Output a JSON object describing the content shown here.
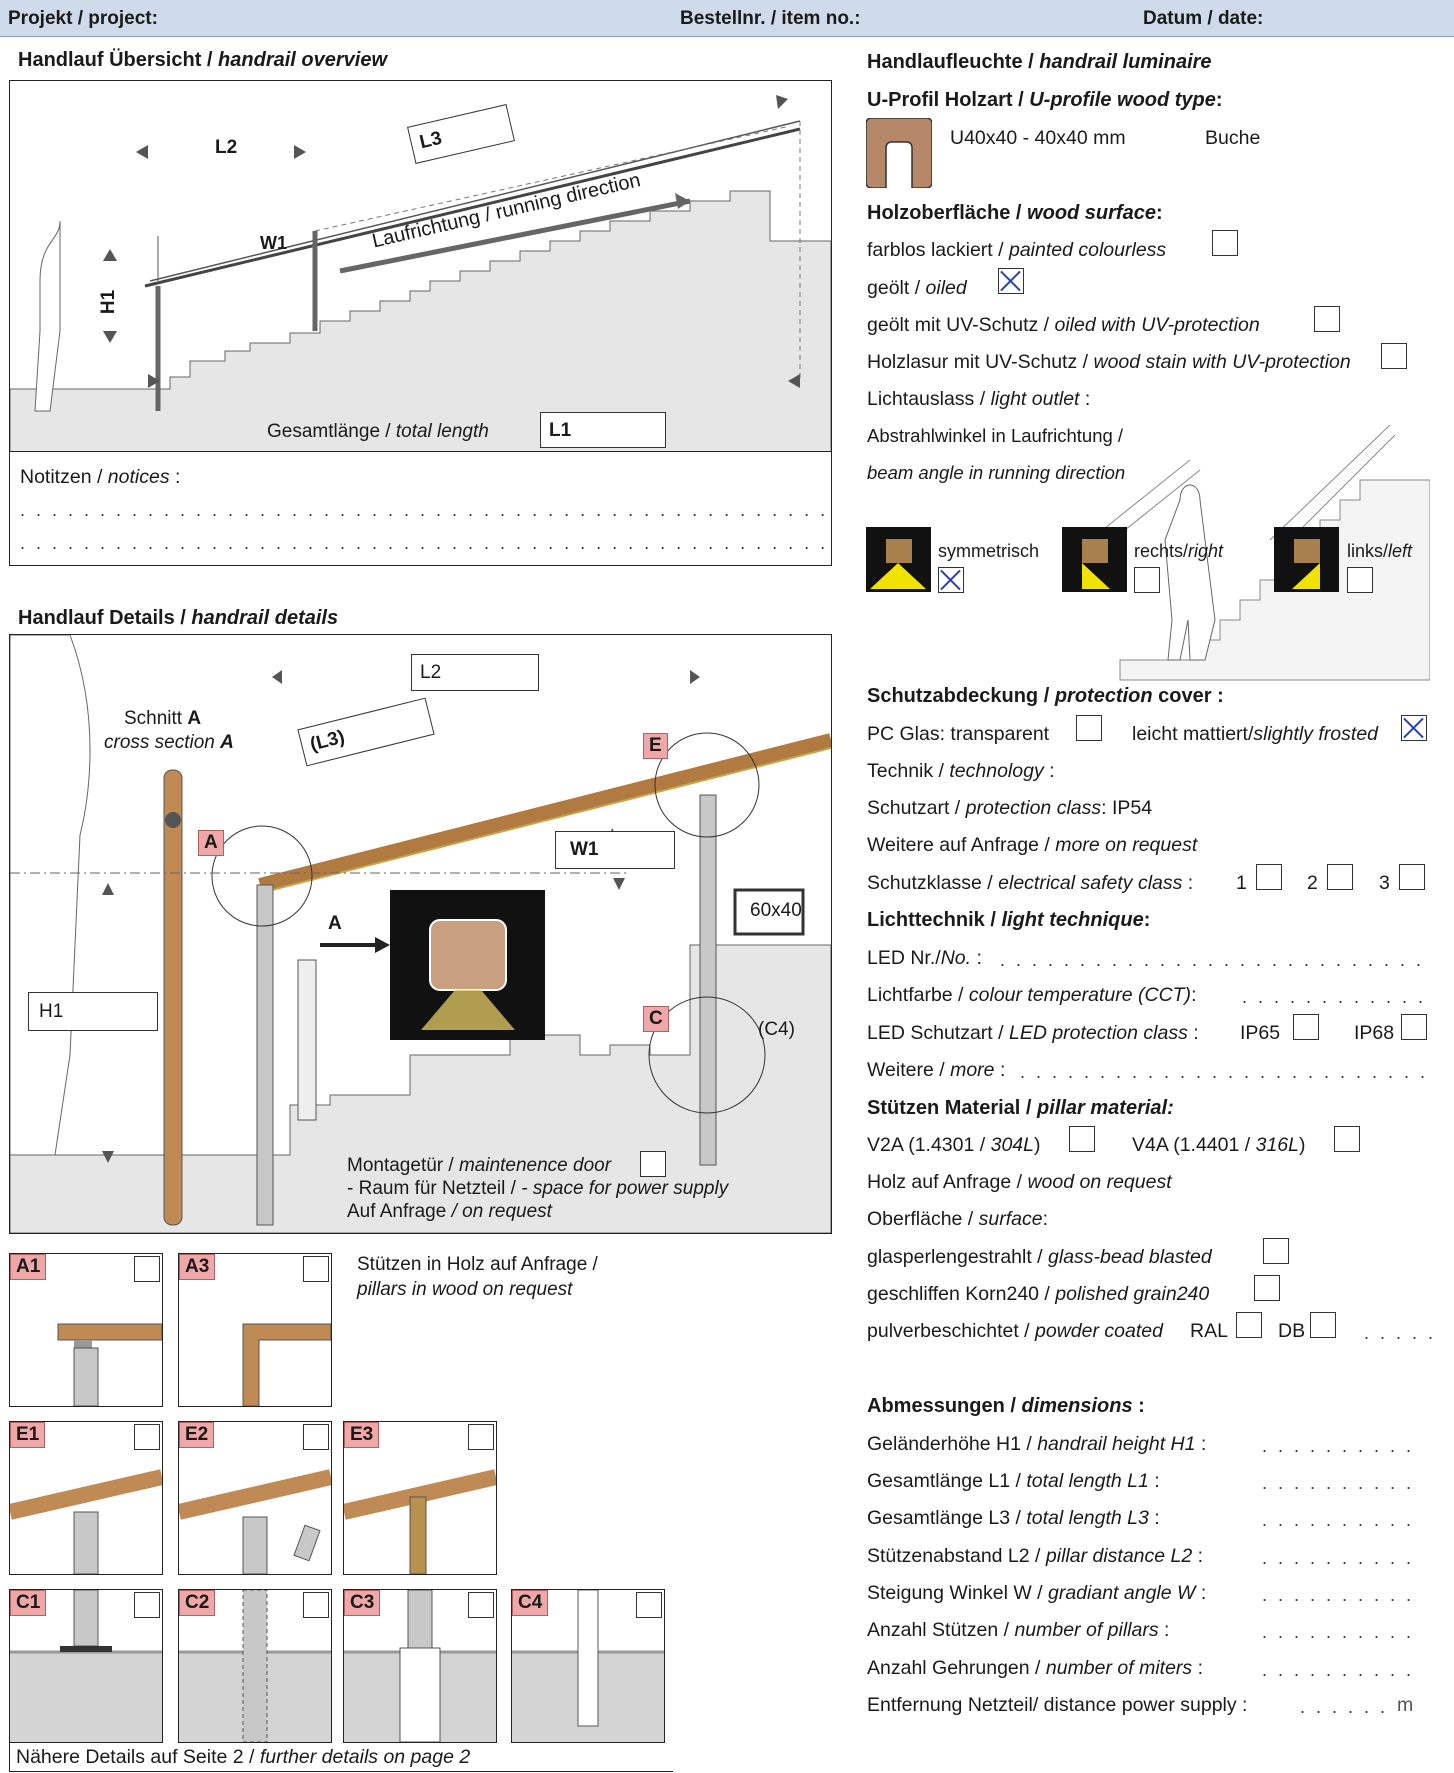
{
  "header": {
    "project": "Projekt / project:",
    "item_no": "Bestellnr. / item no.:",
    "date": "Datum / date:"
  },
  "overview": {
    "title_de": "Handlauf Übersicht  /",
    "title_en": "handrail overview",
    "l2": "L2",
    "l3": "L3",
    "w1": "W1",
    "h1": "H1",
    "l1": "L1",
    "running_direction": "Laufrichtung / running direction",
    "total_length_de": "Gesamtlänge /",
    "total_length_en": "total length"
  },
  "notices": {
    "label_de": "Notitzen /",
    "label_en": "notices",
    "colon": ":"
  },
  "details": {
    "title_de": "Handlauf Details  /",
    "title_en": "handrail details",
    "cross_section_de": "Schnitt",
    "cross_section_en": "cross section",
    "A": "A",
    "l2": "L2",
    "l3": "(L3)",
    "w1": "W1",
    "h1": "H1",
    "tag_A": "A",
    "tag_E": "E",
    "tag_C": "C",
    "c4": "(C4)",
    "size": "60x40",
    "door_de": "Montagetür /",
    "door_en": "maintenence door",
    "power_de": "- Raum für Netzteil /",
    "power_en": "- space for power supply",
    "request_de": "Auf Anfrage",
    "request_en": "/ on request"
  },
  "variants": {
    "a1": "A1",
    "a3": "A3",
    "e1": "E1",
    "e2": "E2",
    "e3": "E3",
    "c1": "C1",
    "c2": "C2",
    "c3": "C3",
    "c4": "C4",
    "wood_de": "Stützen in Holz auf Anfrage /",
    "wood_en": "pillars in wood on request"
  },
  "footer": {
    "de": "Nähere Details auf Seite 2 /",
    "en": "further details on page 2"
  },
  "right": {
    "luminaire_de": "Handlaufleuchte /",
    "luminaire_en": "handrail luminaire",
    "uprofile_de": "U-Profil Holzart  /",
    "uprofile_en": "U-profile wood type",
    "profile": "U40x40  -  40x40 mm",
    "wood": "Buche",
    "surface_de": "Holzoberfläche /",
    "surface_en": "wood surface",
    "opt1_de": "farblos lackiert /",
    "opt1_en": "painted colourless",
    "opt2_de": "geölt /",
    "opt2_en": "oiled",
    "opt3_de": "geölt mit UV-Schutz /",
    "opt3_en": "oiled with UV-protection",
    "opt4_de": "Holzlasur mit UV-Schutz /",
    "opt4_en": "wood stain with UV-protection",
    "outlet_de": "Lichtauslass  /",
    "outlet_en": "light outlet",
    "beam_de": "Abstrahlwinkel in Laufrichtung /",
    "beam_en": "beam angle in running direction",
    "sym": "symmetrisch",
    "right_de": "rechts/",
    "right_en": "right",
    "left_de": "links/",
    "left_en": "left",
    "cover_de": "Schutzabdeckung /",
    "cover_en": "protection",
    "cover_tail": "cover :",
    "pc": "PC Glas:  transparent",
    "frosted_de": "leicht mattiert/",
    "frosted_en": "slightly frosted",
    "tech_de": "Technik /",
    "tech_en": "technology",
    "protclass_de": "Schutzart /",
    "protclass_en": "protection class",
    "protclass_val": ":  IP54",
    "more_de": "Weitere auf Anfrage /",
    "more_en": "more on request",
    "safety_de": "Schutzklasse / ",
    "safety_en": "electrical safety class",
    "s1": "1",
    "s2": "2",
    "s3": "3",
    "lt_de": "Lichttechnik /",
    "lt_en": "light technique",
    "led_de": "LED Nr./",
    "led_en": "No.",
    "cct_de": "Lichtfarbe /",
    "cct_en": "colour temperature (CCT)",
    "ledprot_de": "LED Schutzart /",
    "ledprot_en": "LED protection class",
    "ip65": "IP65",
    "ip68": "IP68",
    "other_de": "Weitere /",
    "other_en": "more",
    "pillar_de": "Stützen Material /",
    "pillar_en": "pillar material:",
    "v2a": "V2A (1.4301 /",
    "v2a_i": "304L",
    "v4a": "V4A (1.4401 /",
    "v4a_i": "316L",
    "woodreq_de": "Holz auf Anfrage /",
    "woodreq_en": "wood on request",
    "surf_de": "Oberfläche /",
    "surf_en": "surface",
    "glass_de": "glasperlengestrahlt /",
    "glass_en": "glass-bead blasted",
    "polish_de": "geschliffen Korn240 /",
    "polish_en": "polished grain240",
    "powder_de": "pulverbeschichtet /",
    "powder_en": "powder coated",
    "ral": "RAL",
    "db": "DB",
    "dim_de": "Abmessungen /",
    "dim_en": "dimensions",
    "d1_de": "Geländerhöhe H1 /",
    "d1_en": "handrail height H1",
    "d2_de": "Gesamtlänge L1 /",
    "d2_en": "total length L1",
    "d3_de": "Gesamtlänge L3 /",
    "d3_en": "total length L3",
    "d4_de": "Stützenabstand L2 /",
    "d4_en": "pillar distance L2",
    "d5_de": "Steigung Winkel W /",
    "d5_en": "gradiant angle W",
    "d6_de": "Anzahl Stützen /",
    "d6_en": "number of pillars",
    "d7_de": "Anzahl Gehrungen /",
    "d7_en": "number of miters",
    "d8": "Entfernung Netzteil/  distance power supply :",
    "m": "m"
  }
}
